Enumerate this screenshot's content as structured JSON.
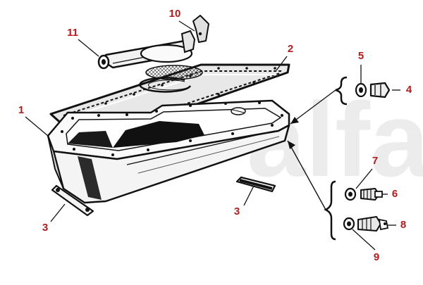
{
  "colors": {
    "callout": "#b01c1c",
    "line": "#111111",
    "watermark": "#d6d6d6"
  },
  "watermark": {
    "text": "alfa"
  },
  "callouts": {
    "c1": "1",
    "c2": "2",
    "c3a": "3",
    "c3b": "3",
    "c4": "4",
    "c5": "5",
    "c6": "6",
    "c7": "7",
    "c8": "8",
    "c9": "9",
    "c10": "10",
    "c11": "11"
  }
}
